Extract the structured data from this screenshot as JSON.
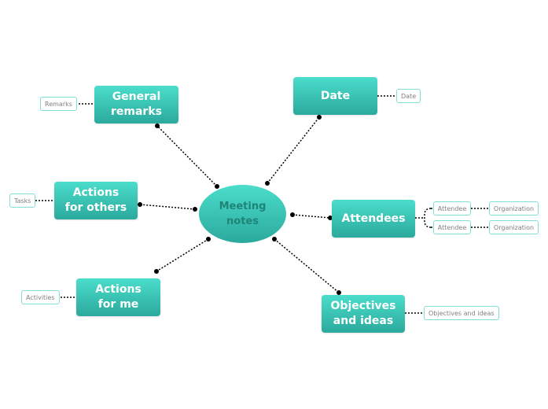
{
  "map": {
    "central": "Meeting\nnotes",
    "date": {
      "label": "Date",
      "leaf": "Date"
    },
    "general_remarks": {
      "label": "General\nremarks",
      "leaf": "Remarks"
    },
    "actions_others": {
      "label": "Actions\nfor others",
      "leaf": "Tasks"
    },
    "actions_me": {
      "label": "Actions\nfor me",
      "leaf": "Activities"
    },
    "attendees": {
      "label": "Attendees",
      "items": [
        {
          "name": "Attendee",
          "org": "Organization"
        },
        {
          "name": "Attendee",
          "org": "Organization"
        }
      ]
    },
    "objectives": {
      "label": "Objectives\nand ideas",
      "leaf": "Objectives and ideas"
    }
  },
  "colors": {
    "topic_top": "#4bddcb",
    "topic_bottom": "#2ba99d",
    "central_text": "#1f8478",
    "leaf_border": "#7fe0d3",
    "connector": "#000000"
  }
}
